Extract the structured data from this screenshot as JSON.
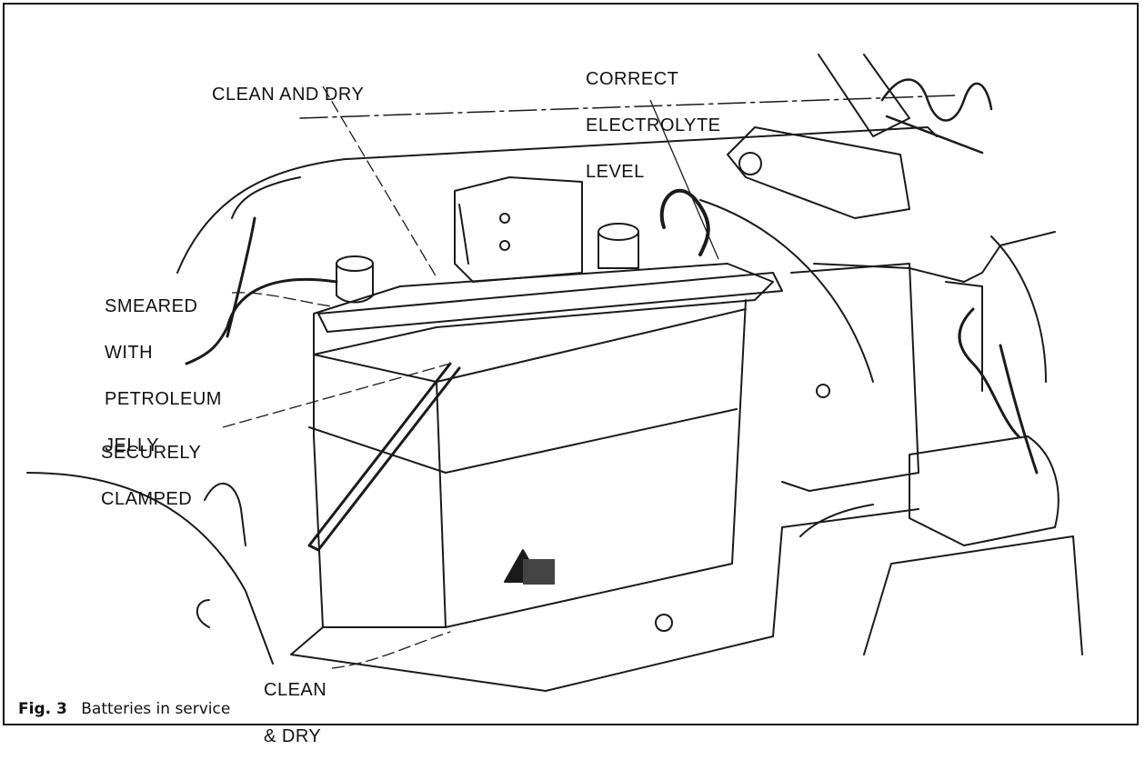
{
  "labels": {
    "clean_and_dry": "CLEAN AND DRY",
    "correct_electrolyte_level": [
      "CORRECT",
      "ELECTROLYTE",
      "LEVEL"
    ],
    "smeared": [
      "SMEARED",
      "WITH",
      "PETROLEUM",
      "JELLY"
    ],
    "securely_clamped": [
      "SECURELY",
      "CLAMPED"
    ],
    "clean_and_dry_bottom": [
      "CLEAN",
      "& DRY"
    ]
  },
  "caption": {
    "figure": "Fig. 3",
    "text": "Batteries in service"
  }
}
